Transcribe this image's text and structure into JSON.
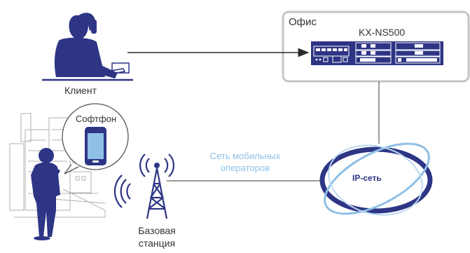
{
  "labels": {
    "client": "Клиент",
    "office": "Офис",
    "model": "KX-NS500",
    "softphone": "Софтфон",
    "mobile_network_line1": "Сеть мобильных",
    "mobile_network_line2": "операторов",
    "ip_network": "IP-сеть",
    "base_station_line1": "Базовая",
    "base_station_line2": "станция"
  },
  "colors": {
    "navy": "#2e3585",
    "light_blue": "#8fc0e6",
    "gray_line": "#7a7a7a",
    "building": "#b0b0b0"
  },
  "icons": [
    "office-worker-icon",
    "pbx-device-icon",
    "mobile-user-icon",
    "smartphone-icon",
    "cell-tower-icon",
    "ip-network-ring-icon",
    "city-buildings-icon"
  ]
}
